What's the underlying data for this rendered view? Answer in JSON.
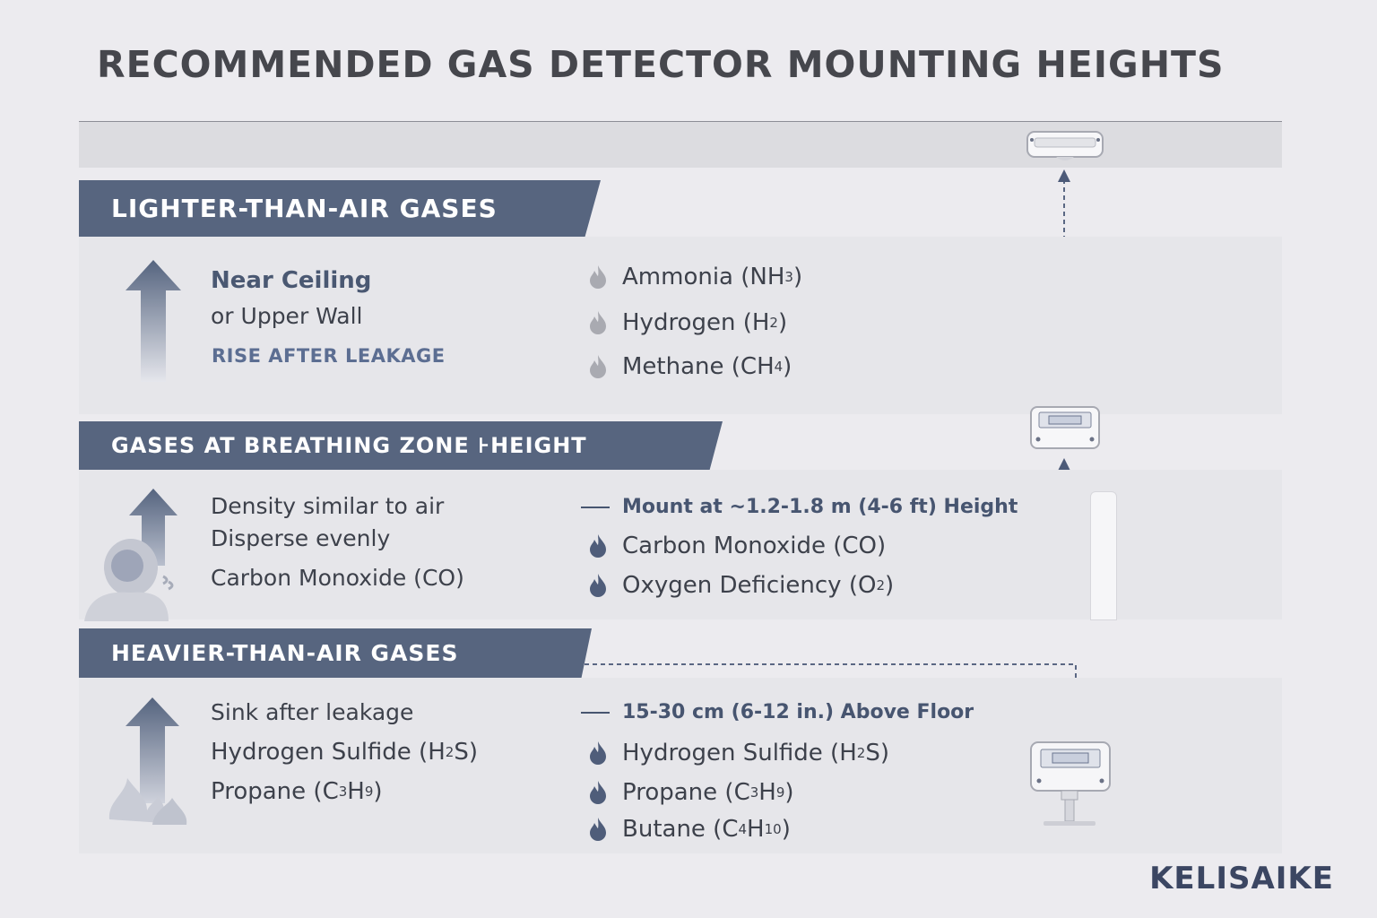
{
  "title": "RECOMMENDED GAS DETECTOR MOUNTING HEIGHTS",
  "brand": "KELISAIKE",
  "sections": {
    "lighter": {
      "banner": "LIGHTER-THAN-AIR GASES",
      "position_bold": "Near Ceiling",
      "position": "or Upper Wall",
      "behavior": "RISE AFTER LEAKAGE",
      "gases": [
        {
          "name": "Ammonia (NH",
          "sub": "3",
          "tail": ")"
        },
        {
          "name": "Hydrogen (H",
          "sub": "2",
          "tail": ")"
        },
        {
          "name": "Methane (CH",
          "sub": "4",
          "tail": ")"
        }
      ]
    },
    "breathing": {
      "banner": "GASES AT BREATHING ZONE ⊦HEIGHT",
      "line1": "Density similar to air",
      "line2": "Disperse evenly",
      "line3": "Carbon Monoxide (CO)",
      "mount": "Mount at ~1.2-1.8 m (4-6 ft) Height",
      "gases": [
        {
          "name": "Carbon Monoxide (CO)",
          "sub": "",
          "tail": ""
        },
        {
          "name": "Oxygen Deficiency (O",
          "sub": "2",
          "tail": ")"
        }
      ]
    },
    "heavier": {
      "banner": "HEAVIER-THAN-AIR GASES",
      "line1": "Sink after leakage",
      "line2": {
        "name": "Hydrogen Sulfide (H",
        "sub": "2",
        "tail": "S)"
      },
      "line3": {
        "name": "Propane (C",
        "sub": "3",
        "mid": "H",
        "sub2": "9",
        "tail": ")"
      },
      "mount": "15-30 cm (6-12 in.) Above Floor",
      "gases": [
        {
          "name": "Hydrogen Sulfide (H",
          "sub": "2",
          "tail": "S)"
        },
        {
          "name": "Propane (C",
          "sub": "3",
          "mid": "H",
          "sub2": "9",
          "tail": ")"
        },
        {
          "name": "Butane (C",
          "sub": "4",
          "mid": "H",
          "sub2": "10",
          "tail": ")"
        }
      ]
    }
  },
  "colors": {
    "banner": "#57657f",
    "accent": "#475570",
    "background": "#ecebef",
    "flame_light": "#a9aab1",
    "flame_dark": "#4f5d7a"
  },
  "icons": [
    "up-arrow-icon",
    "flame-icon",
    "person-breathing-icon",
    "fire-icon",
    "gas-detector-icon"
  ]
}
